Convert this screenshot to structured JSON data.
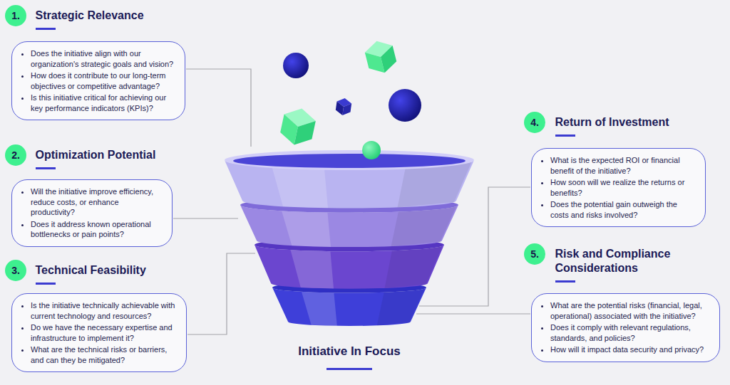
{
  "diagram": {
    "title": "Initiative In Focus",
    "nodes": [
      {
        "text": [
          "Strategic Relevance",
          "Does the initiative align with our organization's strategic goals and vision?",
          "How does it contribute to our long-term objectives or competitive advantage?",
          "Is this initiative critical for achieving our key performance indicators (KPIs)?"
        ]
      },
      {
        "text": [
          "Optimization Potential",
          "Will the initiative improve efficiency, reduce costs, or enhance productivity?",
          "Does it address known operational bottlenecks or pain points?"
        ]
      },
      {
        "text": [
          "Technical Feasibility",
          "Is the initiative technically achievable with current technology and resources?",
          "Do we have the necessary expertise and infrastructure to implement it?",
          "What are the technical risks or barriers, and can they be mitigated?"
        ]
      },
      {
        "text": [
          "Return of Investment",
          "What is the expected ROI or financial benefit of the initiative?",
          "How soon will we realize the returns or benefits?",
          "Does the potential gain outweigh the costs and risks involved?"
        ]
      },
      {
        "text": [
          "Risk and Compliance Considerations",
          "What are the potential risks (financial, legal, operational) associated with the initiative?",
          "Does it comply with relevant regulations, standards, and policies?",
          "How will it impact data security and privacy?"
        ]
      }
    ],
    "labels": [
      "1.",
      "2.",
      "3.",
      "4.",
      "5."
    ]
  }
}
